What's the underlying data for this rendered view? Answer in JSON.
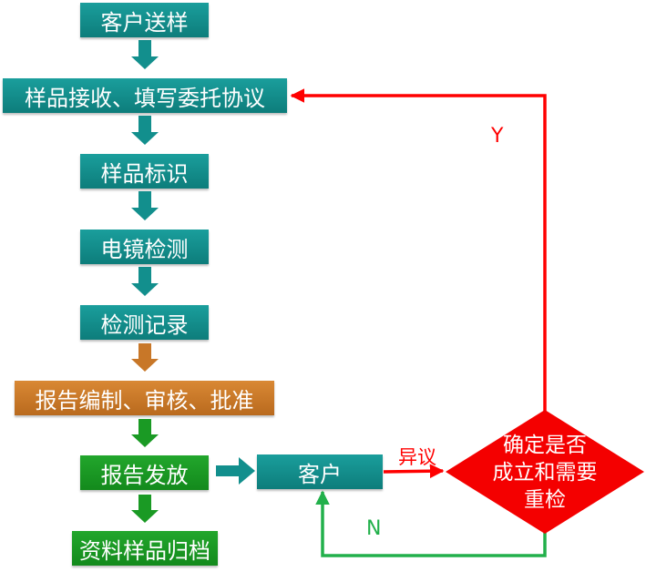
{
  "nodes": {
    "customer_send": "客户送样",
    "sample_receive": "样品接收、填写委托协议",
    "sample_label": "样品标识",
    "em_test": "电镜检测",
    "test_record": "检测记录",
    "report_compile": "报告编制、审核、批准",
    "report_issue": "报告发放",
    "archive": "资料样品归档",
    "customer": "客户",
    "decision_line1": "确定是否",
    "decision_line2": "成立和需要",
    "decision_line3": "重检"
  },
  "edges": {
    "objection": "异议",
    "yes": "Y",
    "no": "N"
  },
  "colors": {
    "teal": "#108583",
    "orange": "#c87728",
    "green": "#1a9a24",
    "red_diamond": "#f40000",
    "red_line": "#ff0000",
    "green_line": "#22b04b"
  }
}
